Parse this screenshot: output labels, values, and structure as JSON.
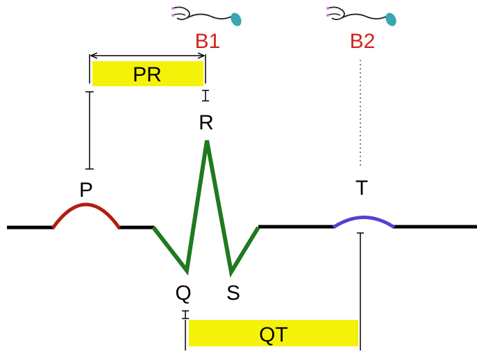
{
  "diagram": {
    "waves": {
      "p": "P",
      "q": "Q",
      "r": "R",
      "s": "S",
      "t": "T"
    },
    "sounds": {
      "b1": "B1",
      "b2": "B2"
    },
    "intervals": {
      "pr": "PR",
      "qt": "QT"
    },
    "icons": {
      "b1": "stethoscope-icon",
      "b2": "stethoscope-icon"
    },
    "colors": {
      "baseline": "#000000",
      "p_wave": "#b01e12",
      "qrs_complex": "#1f7a1f",
      "t_wave": "#5a3fd0",
      "sound_label": "#d42020",
      "interval_box": "#f5f20a",
      "stethoscope_head": "#3aa6b0"
    }
  }
}
